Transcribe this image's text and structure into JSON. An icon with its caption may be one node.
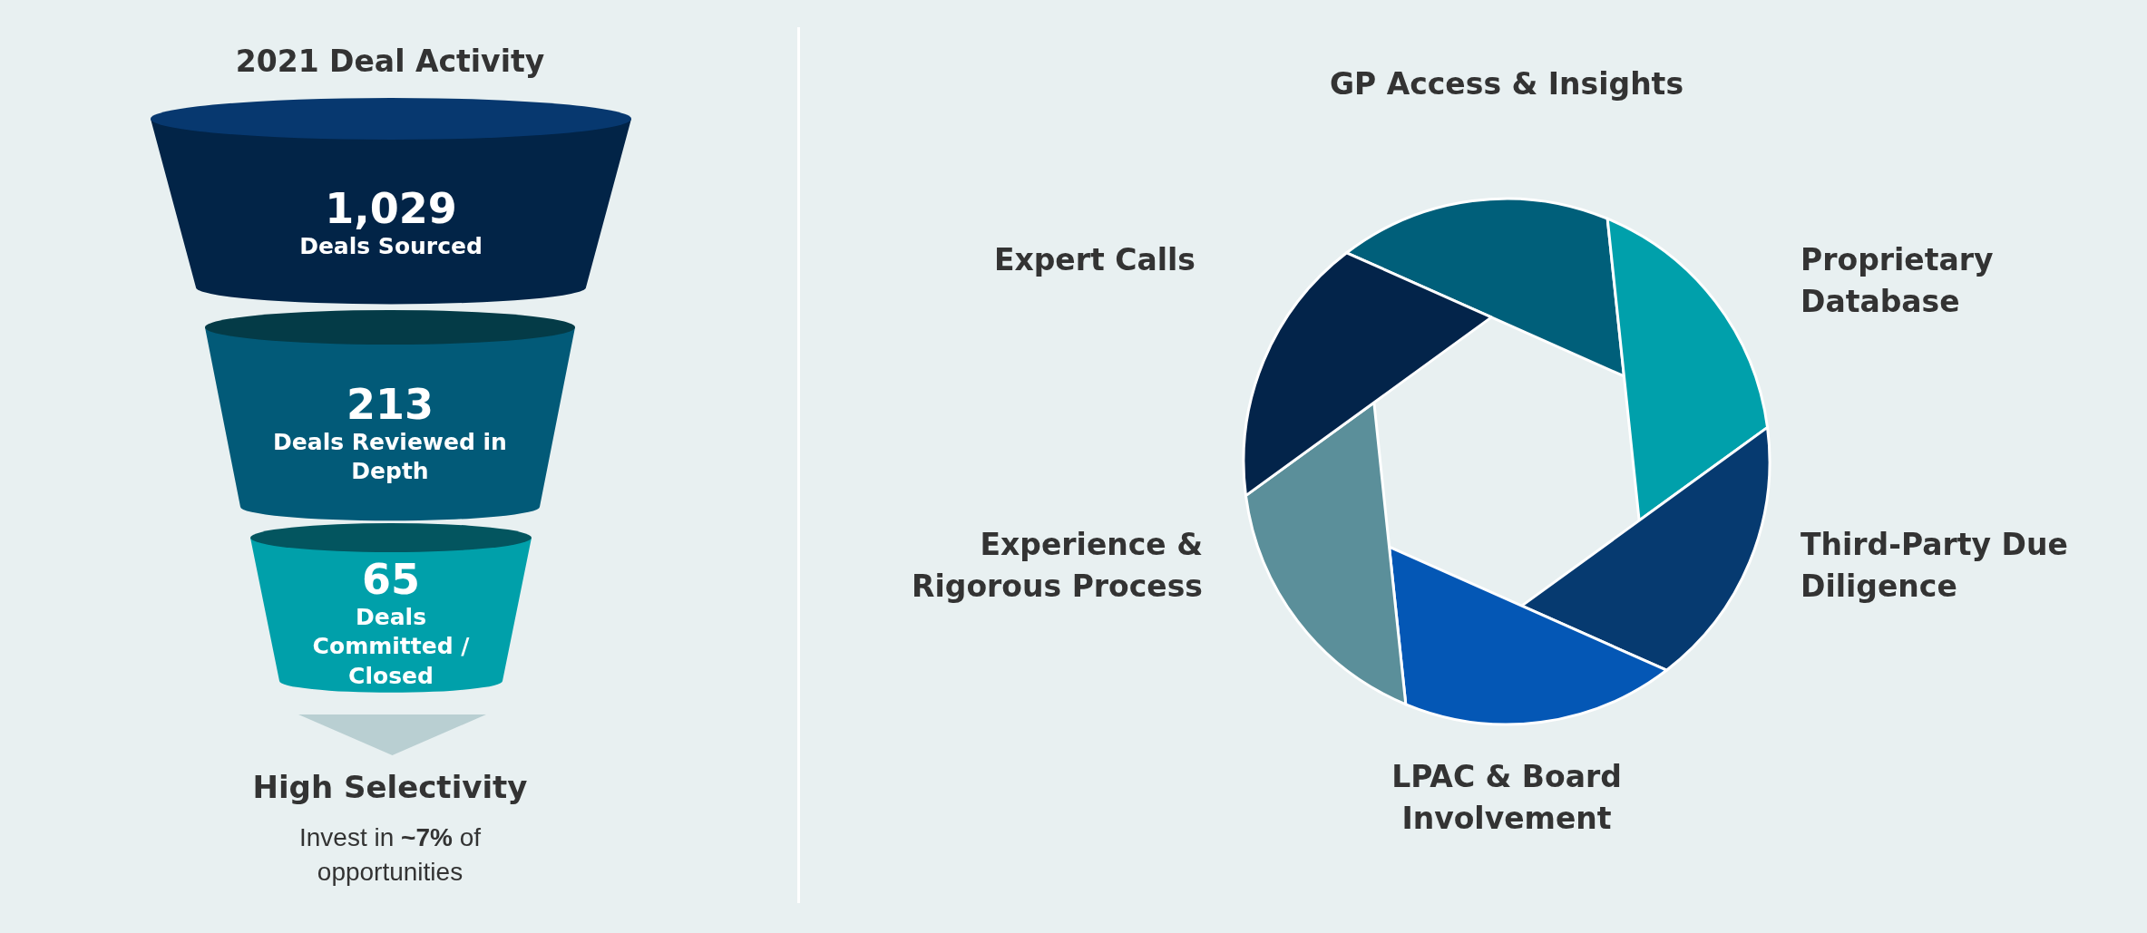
{
  "diagram": {
    "title": "2021 Deal Activity",
    "nodes": [
      {
        "text": [
          "1,029",
          "Deals Sourced"
        ]
      },
      {
        "text": [
          "213",
          "Deals Reviewed in Depth"
        ]
      },
      {
        "text": [
          "65",
          "Deals Committed / Closed"
        ]
      }
    ],
    "labels": [
      "High Selectivity",
      "Invest in **~7%** of opportunities",
      "GP Access & Insights",
      "Expert Calls",
      "Proprietary Database",
      "Experience & Rigorous Process",
      "Third-Party Due Diligence",
      "LPAC & Board Involvement"
    ]
  }
}
